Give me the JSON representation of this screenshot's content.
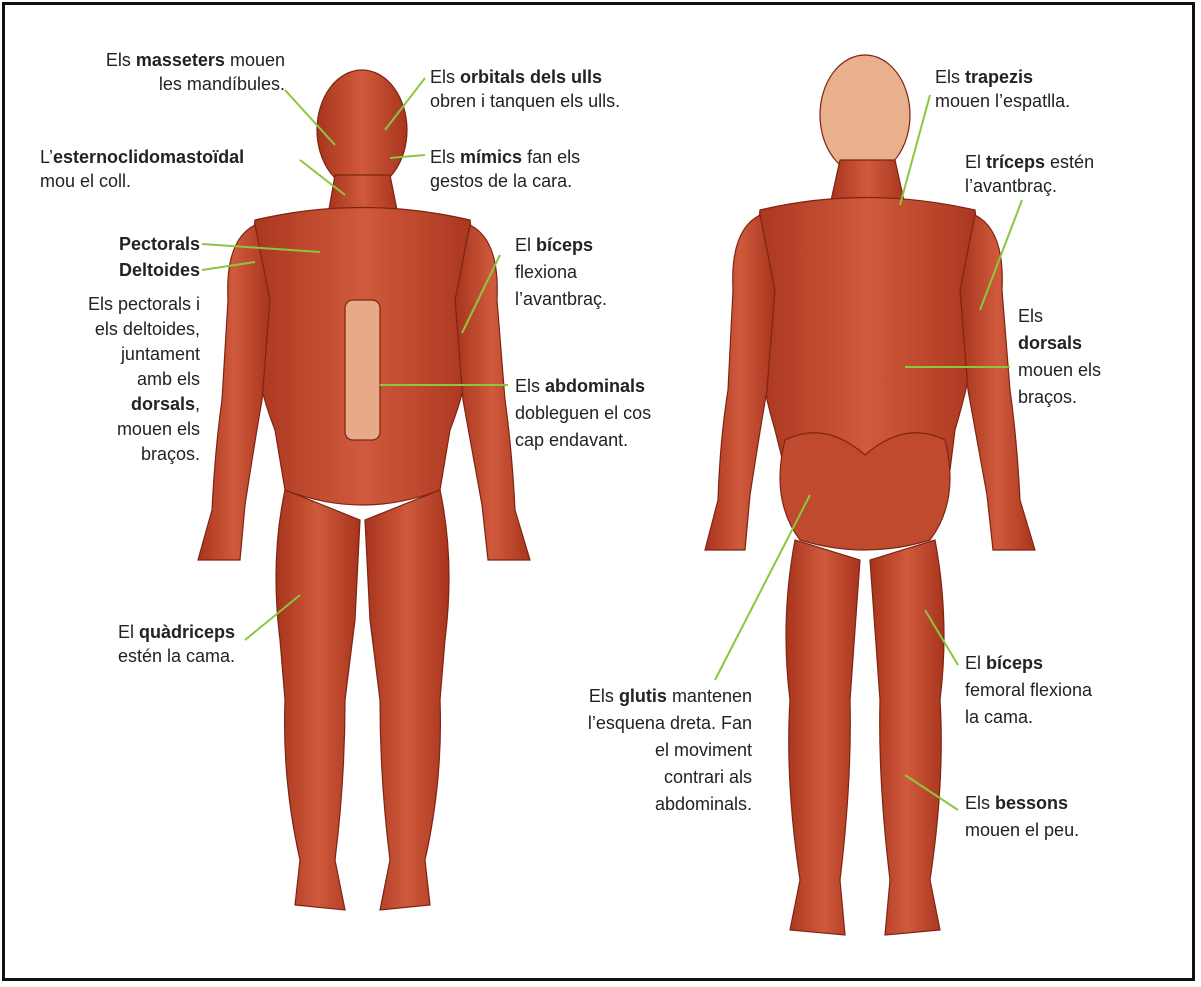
{
  "colors": {
    "muscle": "#c0432a",
    "muscle_dark": "#8f2a17",
    "tendon": "#f0c9ad",
    "skin": "#f3d1b8",
    "leader": "#8cc63f",
    "border": "#111111"
  },
  "labels": {
    "masseters": {
      "l1a": "Els ",
      "l1b": "masseters",
      "l1c": " mouen",
      "l2": "les mandíbules."
    },
    "orbitals": {
      "l1a": "Els ",
      "l1b": "orbitals dels ulls",
      "l2": "obren i tanquen els ulls."
    },
    "esterno": {
      "l1a": "L’",
      "l1b": "esternoclidomastoïdal",
      "l2": "mou el coll."
    },
    "mimics": {
      "l1a": "Els ",
      "l1b": "mímics",
      "l1c": " fan els",
      "l2": "gestos de la cara."
    },
    "pectorals": {
      "text": "Pectorals"
    },
    "deltoides": {
      "text": "Deltoides"
    },
    "pect_delt_note": {
      "l1": "Els pectorals i",
      "l2": "els deltoides,",
      "l3": "juntament",
      "l4": "amb els",
      "l5": "dorsals",
      "l5b": ",",
      "l6": "mouen els",
      "l7": "braços."
    },
    "biceps": {
      "l1a": "El ",
      "l1b": "bíceps",
      "l2": "flexiona",
      "l3": "l’avantbraç."
    },
    "abdominals": {
      "l1a": "Els ",
      "l1b": "abdominals",
      "l2": "dobleguen el cos",
      "l3": "cap endavant."
    },
    "quadriceps": {
      "l1a": "El ",
      "l1b": "quàdriceps",
      "l2": "estén la cama."
    },
    "trapezis": {
      "l1a": "Els ",
      "l1b": "trapezis",
      "l2": "mouen l’espatlla."
    },
    "triceps": {
      "l1a": "El ",
      "l1b": "tríceps",
      "l1c": " estén",
      "l2": "l’avantbraç."
    },
    "dorsals": {
      "l1": "Els",
      "l2": "dorsals",
      "l3": "mouen els",
      "l4": "braços."
    },
    "glutis": {
      "l1a": "Els ",
      "l1b": "glutis",
      "l1c": " mantenen",
      "l2": "l’esquena dreta. Fan",
      "l3": "el moviment",
      "l4": "contrari als",
      "l5": "abdominals."
    },
    "biceps_femoral": {
      "l1a": "El ",
      "l1b": "bíceps",
      "l2": "femoral flexiona",
      "l3": "la cama."
    },
    "bessons": {
      "l1a": "Els ",
      "l1b": "bessons",
      "l2": "mouen el peu."
    }
  }
}
